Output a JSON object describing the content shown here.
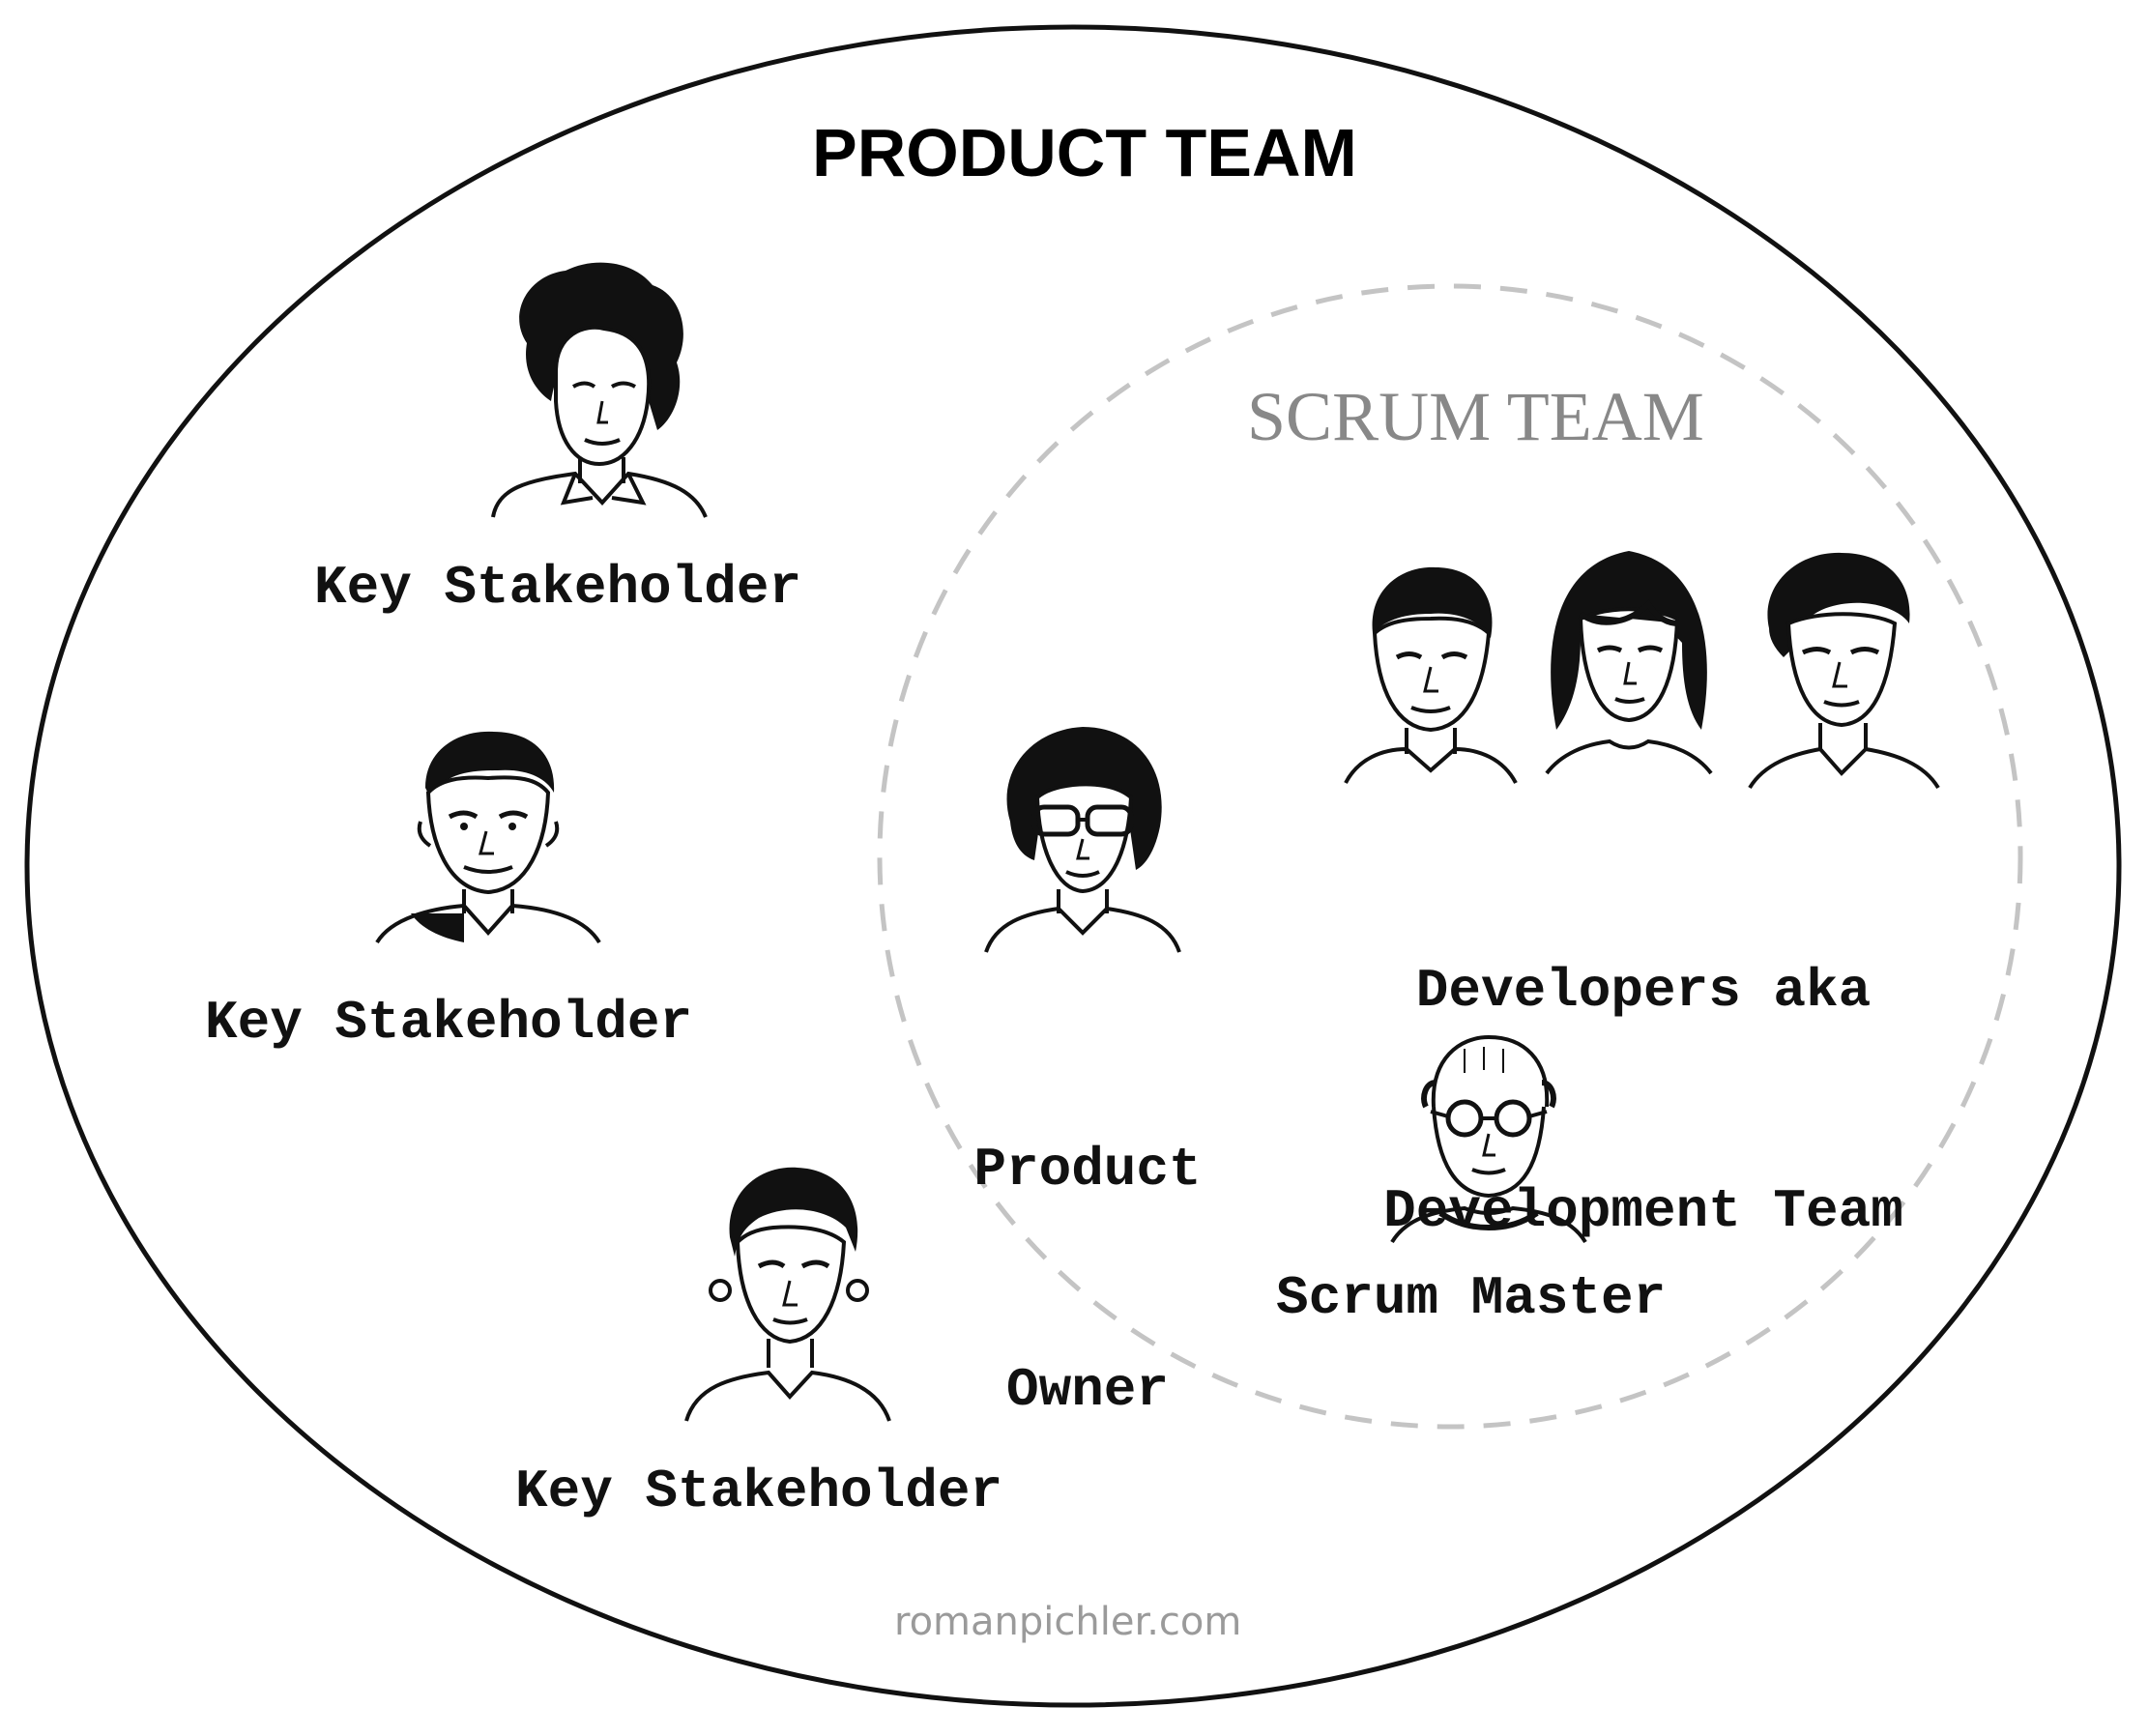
{
  "title": "PRODUCT TEAM",
  "scrum_team": {
    "label": "SCRUM TEAM"
  },
  "stakeholders": [
    {
      "label": "Key Stakeholder",
      "icon": "stakeholder-portrait-icon"
    },
    {
      "label": "Key Stakeholder",
      "icon": "stakeholder-portrait-icon"
    },
    {
      "label": "Key Stakeholder",
      "icon": "stakeholder-portrait-icon"
    }
  ],
  "product_owner": {
    "line1": "Product",
    "line2": "Owner",
    "icon": "product-owner-portrait-icon"
  },
  "developers": {
    "line1": "Developers aka",
    "line2": "Development Team",
    "icon": "developer-portrait-icon"
  },
  "scrum_master": {
    "label": "Scrum Master",
    "icon": "scrum-master-portrait-icon"
  },
  "credit": "romanpichler.com",
  "colors": {
    "outline": "#111111",
    "dashed": "#c4c4c4",
    "subtitle": "#888888",
    "credit": "#9a9a9a"
  }
}
